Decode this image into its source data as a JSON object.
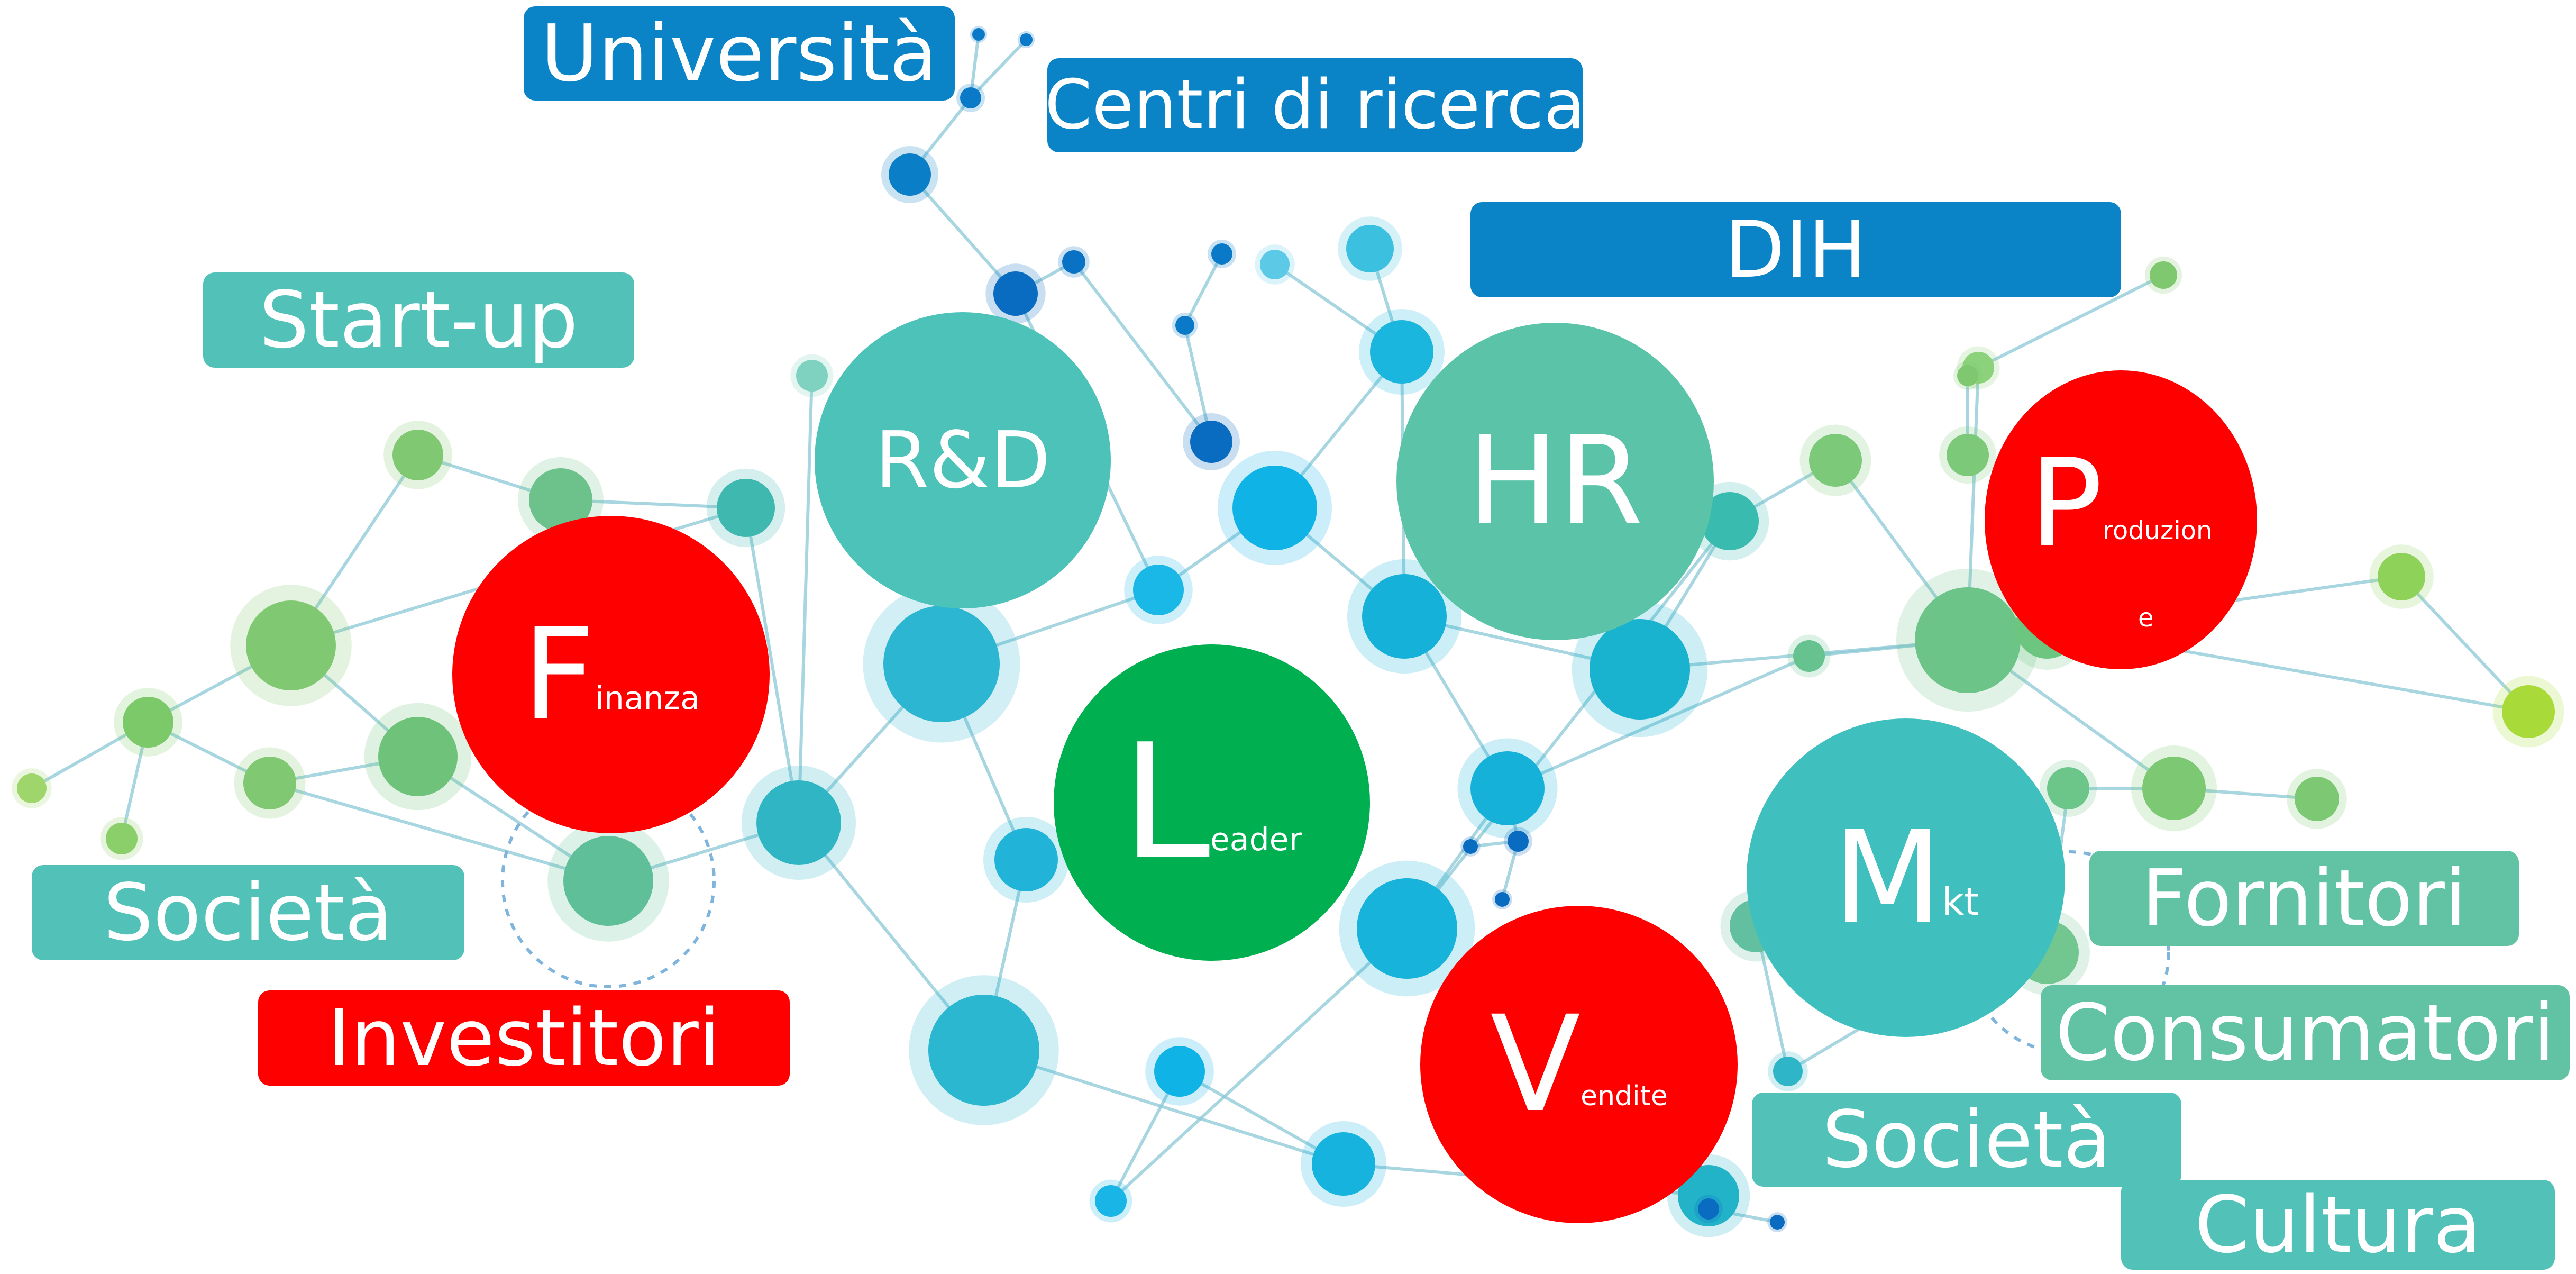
{
  "labels": {
    "universita": "Università",
    "centri": "Centri di ricerca",
    "dih": "DIH",
    "startup": "Start-up",
    "societa_left": "Società",
    "investitori": "Investitori",
    "fornitori": "Fornitori",
    "consumatori": "Consumatori",
    "societa_right": "Società",
    "cultura": "Cultura"
  },
  "circles": {
    "rd": {
      "text": "R&D"
    },
    "hr": {
      "text": "HR"
    },
    "finanza": {
      "initial": "F",
      "rest": "inanza"
    },
    "produzione": {
      "initial": "P",
      "rest1": "roduzion",
      "rest2": "e"
    },
    "leader": {
      "initial": "L",
      "rest": "eader"
    },
    "mkt": {
      "initial": "M",
      "rest": "kt"
    },
    "vendite": {
      "initial": "V",
      "rest": "endite"
    }
  },
  "colors": {
    "blue": "#0a84c6",
    "teal": "#52c2b8",
    "green_label": "#62c3a4",
    "red": "#ff0000",
    "leader_green": "#00b050",
    "rd": "#4cc2b8",
    "hr": "#5bc4a8",
    "mkt": "#40bfbf"
  }
}
